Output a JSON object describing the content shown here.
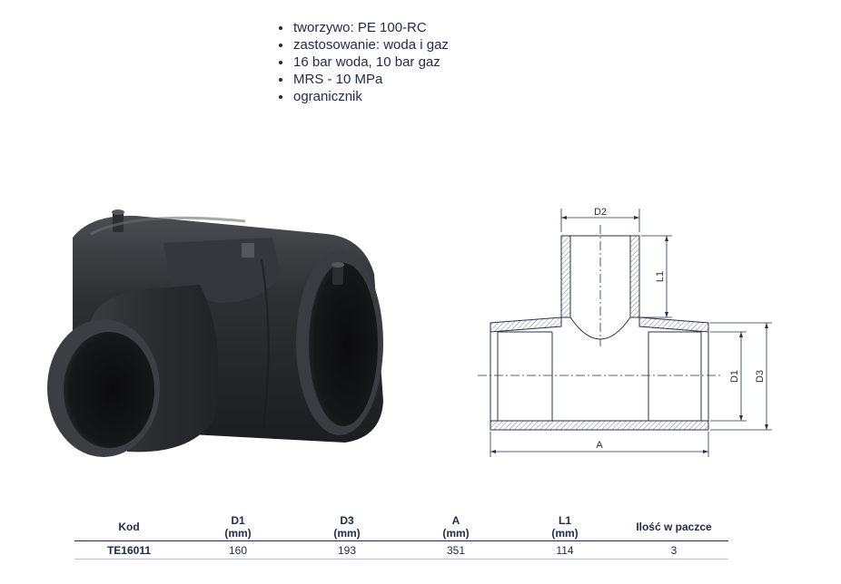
{
  "features": [
    "tworzywo: PE 100-RC",
    "zastosowanie: woda i gaz",
    "16 bar woda, 10 bar gaz",
    "MRS - 10 MPa",
    "ogranicznik"
  ],
  "drawing": {
    "labels": {
      "d2": "D2",
      "l1": "L1",
      "d1": "D1",
      "d3": "D3",
      "a": "A"
    }
  },
  "table": {
    "headers": [
      {
        "label": "Kod",
        "unit": ""
      },
      {
        "label": "D1",
        "unit": "(mm)"
      },
      {
        "label": "D3",
        "unit": "(mm)"
      },
      {
        "label": "A",
        "unit": "(mm)"
      },
      {
        "label": "L1",
        "unit": "(mm)"
      },
      {
        "label": "Ilość w paczce",
        "unit": ""
      }
    ],
    "rows": [
      [
        "TE16011",
        "160",
        "193",
        "351",
        "114",
        "3"
      ]
    ]
  },
  "colors": {
    "text": "#1e2a48",
    "fitting": "#2a2b2e",
    "drawing_line": "#26304a",
    "drawing_hatch": "#7a8191"
  }
}
